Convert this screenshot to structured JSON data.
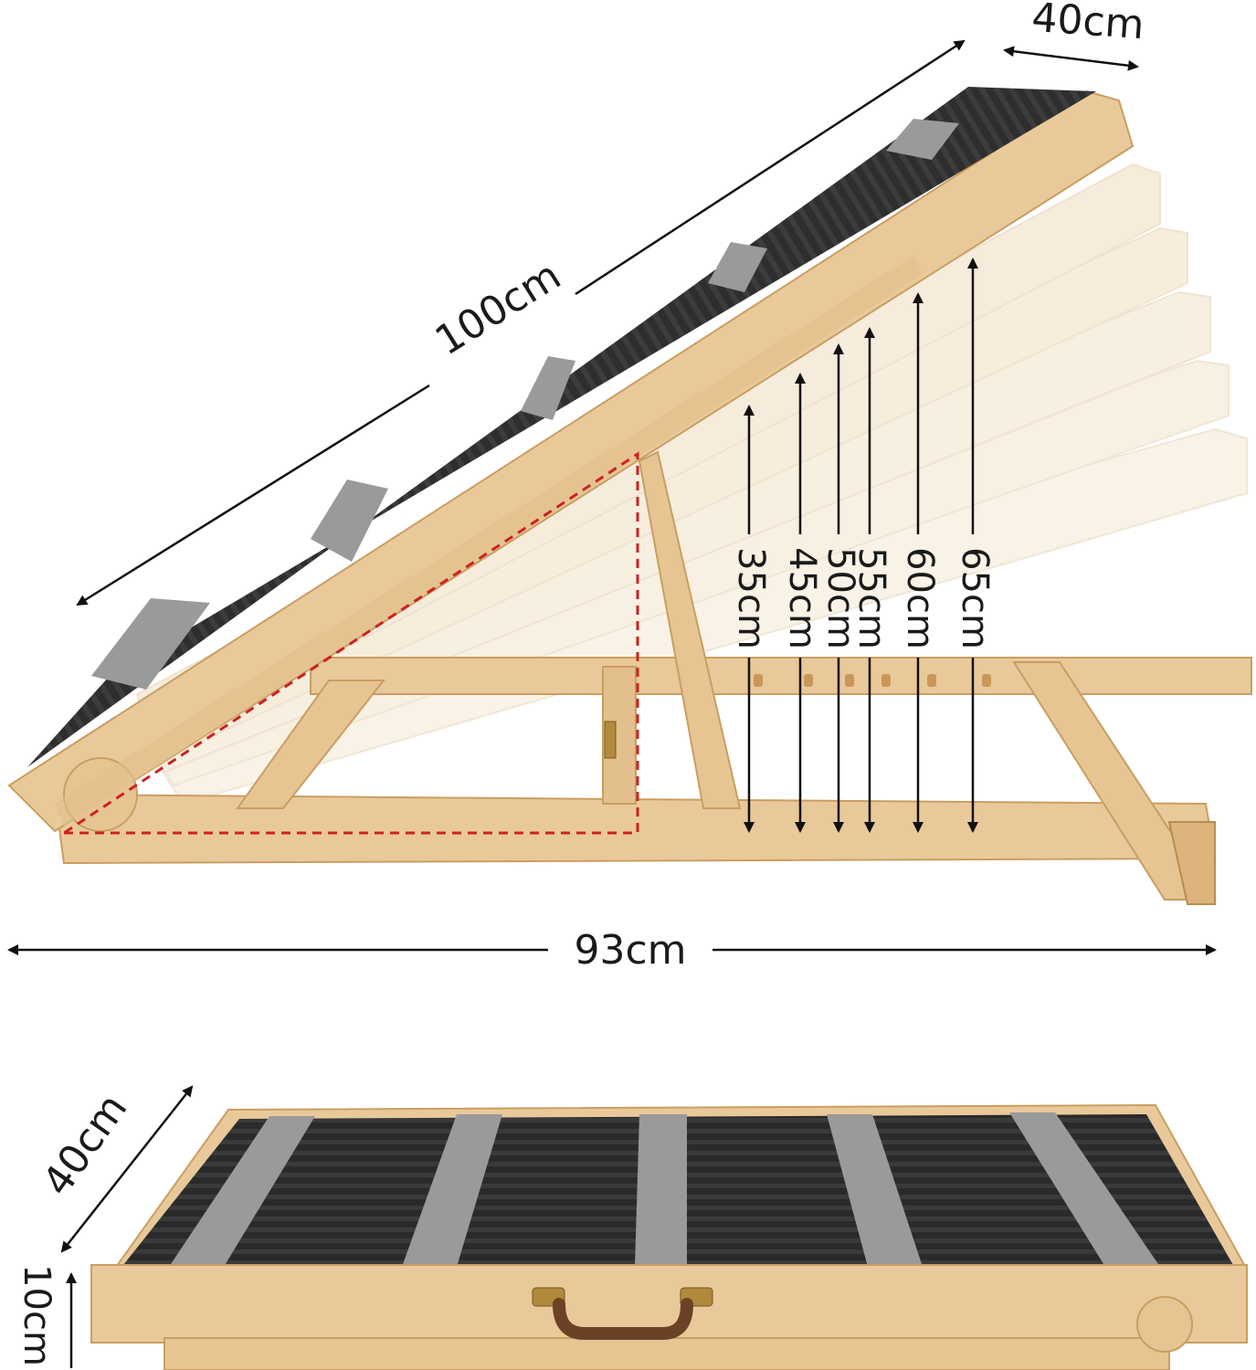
{
  "dimensions": {
    "ramp_length": "100cm",
    "ramp_width_top": "40cm",
    "base_length": "93cm",
    "folded_width": "40cm",
    "folded_height": "10cm"
  },
  "height_settings": [
    "35cm",
    "45cm",
    "50cm",
    "55cm",
    "60cm",
    "65cm"
  ],
  "colors": {
    "wood": "#e9c99a",
    "wood_edge": "#c99e62",
    "carpet": "#2e2e2e",
    "stripe": "#9a9a9a",
    "guide_line": "#cc2222",
    "arrow": "#111111"
  },
  "icons": [
    "handle-icon",
    "hinge-icon",
    "dimension-arrow-icon"
  ]
}
